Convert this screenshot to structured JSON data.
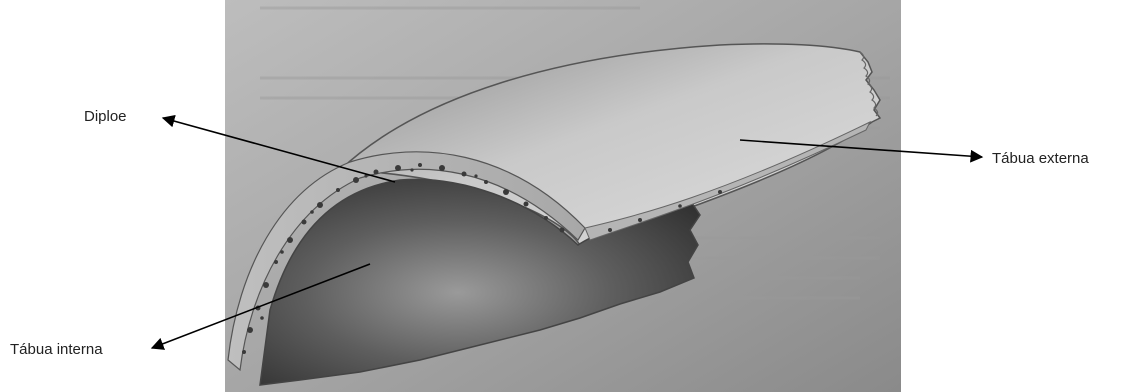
{
  "labels": {
    "diploe": "Diploe",
    "tabua_externa": "Tábua externa",
    "tabua_interna": "Tábua interna"
  },
  "colors": {
    "photo_background": "#8e8e8e",
    "bone_light": "#dcdcdc",
    "bone_dark": "#3a3a3a",
    "arrow": "#000000"
  },
  "icons": {
    "arrowhead": "triangle-arrowhead"
  }
}
